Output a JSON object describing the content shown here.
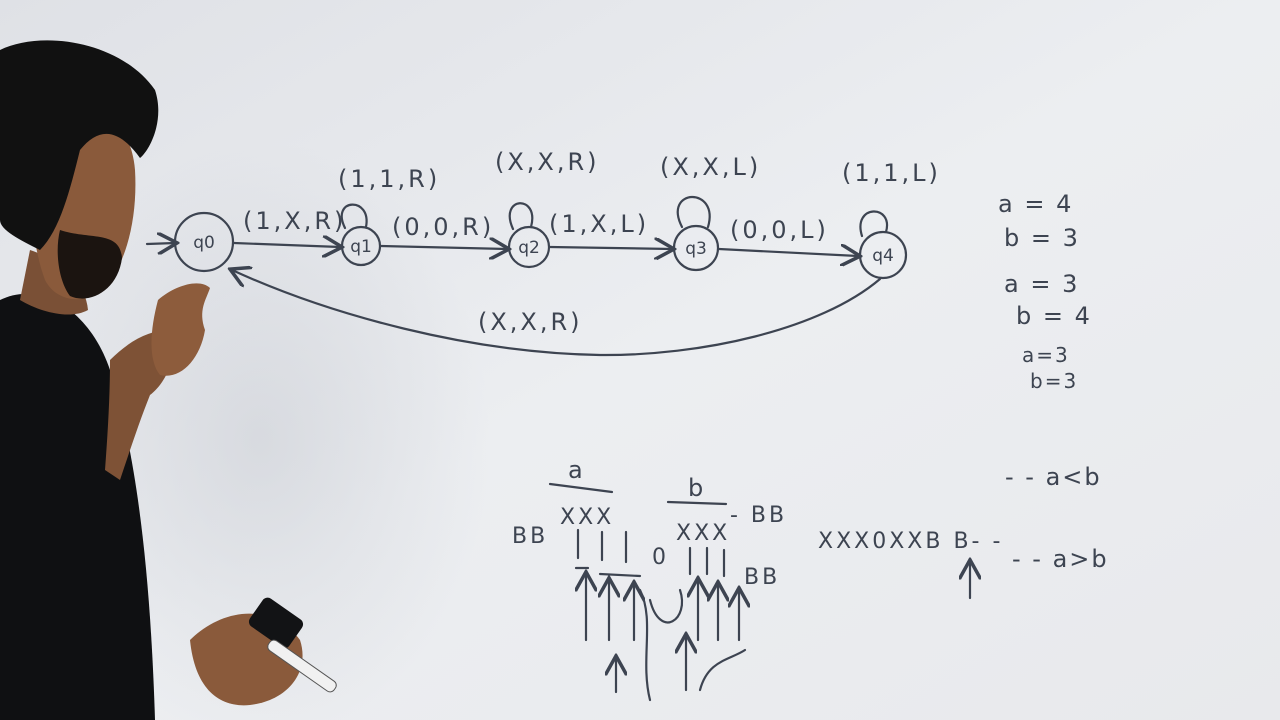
{
  "diagram": {
    "states": [
      {
        "id": "q0",
        "label": "q0"
      },
      {
        "id": "q1",
        "label": "q1"
      },
      {
        "id": "q2",
        "label": "q2"
      },
      {
        "id": "q3",
        "label": "q3"
      },
      {
        "id": "q4",
        "label": "q4"
      }
    ],
    "transitions": [
      {
        "from": "q0",
        "to": "q1",
        "label": "(1,X,R)"
      },
      {
        "from": "q1",
        "to": "q2",
        "label": "(0,0,R)"
      },
      {
        "from": "q2",
        "to": "q3",
        "label": "(1,X,L)"
      },
      {
        "from": "q3",
        "to": "q4",
        "label": "(0,0,L)"
      },
      {
        "from": "q4",
        "to": "q0",
        "label": "(X,X,R)"
      }
    ],
    "loops": [
      {
        "state": "q1",
        "label": "(1,1,R)"
      },
      {
        "state": "q2",
        "label": "(X,X,R)"
      },
      {
        "state": "q3",
        "label": "(X,X,L)"
      },
      {
        "state": "q4",
        "label": "(1,1,L)"
      }
    ]
  },
  "notes": {
    "case1": [
      "a = 4",
      "b = 3"
    ],
    "case2": [
      "a = 3",
      "b = 4"
    ],
    "case3": [
      "a=3",
      "b=3"
    ],
    "compare_less": "- - a<b",
    "compare_greater": "- - a>b"
  },
  "tape": {
    "label_a": "a",
    "label_b": "b",
    "left_blanks": "BB",
    "a_marks": "XXX",
    "zero": "0",
    "b_marks": "XXX",
    "b_blanks_top": "- BB",
    "b_blanks_bottom": "BB",
    "second_tape": "XXX0XXB B- -"
  }
}
